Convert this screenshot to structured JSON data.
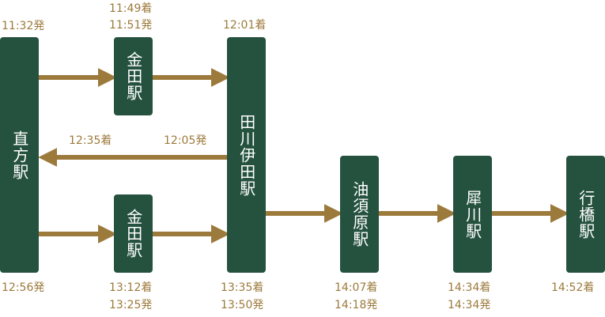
{
  "colors": {
    "station": "#25523f",
    "arrow": "#9c7a3c",
    "time_text": "#9c7a3c",
    "station_text": "#ffffff"
  },
  "stations": {
    "nogata": "直方駅",
    "kanada_upper": "金田駅",
    "kanada_lower": "金田駅",
    "tagawa_ita": "田川伊田駅",
    "yusubaru": "油須原駅",
    "saigawa": "犀川駅",
    "yukuhashi": "行橋駅"
  },
  "times": {
    "nogata_dep": "11:32発",
    "kanada_upper_arr": "11:49着",
    "kanada_upper_dep": "11:51発",
    "tagawa_arr_1": "12:01着",
    "tagawa_dep_return": "12:05発",
    "nogata_arr_return": "12:35着",
    "nogata_dep_2": "12:56発",
    "kanada_lower_arr": "13:12着",
    "kanada_lower_dep": "13:25発",
    "tagawa_arr_2": "13:35着",
    "tagawa_dep_2": "13:50発",
    "yusubaru_arr": "14:07着",
    "yusubaru_dep": "14:18発",
    "saigawa_arr": "14:34着",
    "saigawa_dep": "14:34発",
    "yukuhashi_arr": "14:52着"
  }
}
